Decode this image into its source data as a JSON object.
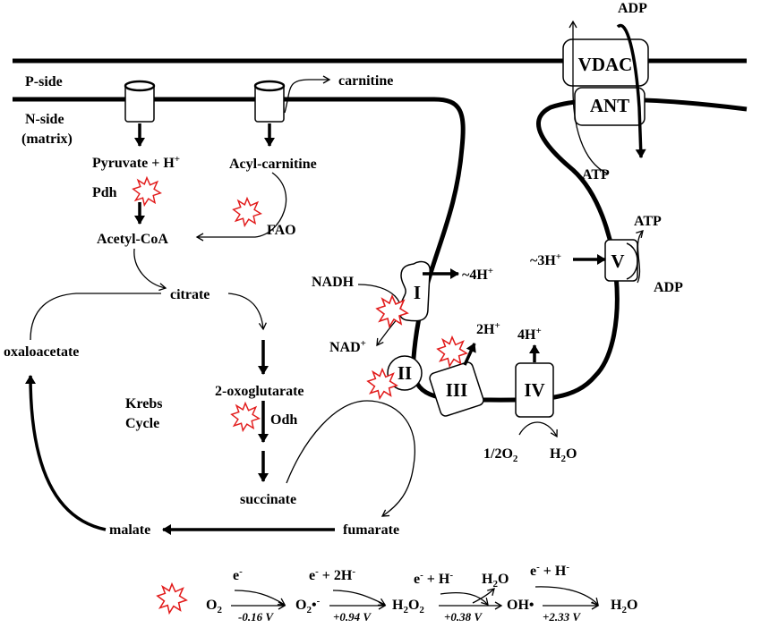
{
  "labels": {
    "p_side": "P-side",
    "n_side": "N-side",
    "matrix": "(matrix)",
    "carnitine": "carnitine",
    "pyruvate": "Pyruvate + H",
    "pyruvate_sup": "+",
    "acyl_carnitine": "Acyl-carnitine",
    "pdh": "Pdh",
    "fao": "FAO",
    "acetyl_coa": "Acetyl-CoA",
    "citrate": "citrate",
    "oxaloacetate": "oxaloacetate",
    "oxoglutarate": "2-oxoglutarate",
    "krebs": "Krebs",
    "cycle": "Cycle",
    "odh": "Odh",
    "succinate": "succinate",
    "fumarate": "fumarate",
    "malate": "malate",
    "nadh": "NADH",
    "nad": "NAD",
    "nad_sup": "+",
    "vdac": "VDAC",
    "ant": "ANT",
    "adp_top": "ADP",
    "atp_mid": "ATP",
    "complex_I": "I",
    "complex_II": "II",
    "complex_III": "III",
    "complex_IV": "IV",
    "complex_V": "V",
    "h_4_I": "~4H",
    "h_2_III": "2H",
    "h_4_IV": "4H",
    "h_3_V": "~3H",
    "h_sup": "+",
    "atp_v": "ATP",
    "adp_v": "ADP",
    "half_o2": "1/2O",
    "o2_sub": "2",
    "h2o": "H",
    "h2o_sub": "2",
    "h2o_o": "O"
  },
  "ros_chain": {
    "o2": "O",
    "o2_sub": "2",
    "e1": "e",
    "e_sup": "-",
    "superoxide": "O",
    "superoxide_sub": "2",
    "superoxide_dot": "•",
    "superoxide_sup": "-",
    "e2_plus": " + 2H",
    "h2o2": "H",
    "h2o2_sub1": "2",
    "h2o2_o": "O",
    "h2o2_sub2": "2",
    "e3_plus": " + H",
    "h2o_mid": "H",
    "h2o_mid_sub": "2",
    "h2o_mid_o": "O",
    "oh": "OH",
    "oh_dot": "•",
    "e4_plus": " + H",
    "h2o_end": "H",
    "h2o_end_sub": "2",
    "h2o_end_o": "O",
    "v1": "-0.16 V",
    "v2": "+0.94 V",
    "v3": "+0.38 V",
    "v4": "+2.33 V"
  }
}
